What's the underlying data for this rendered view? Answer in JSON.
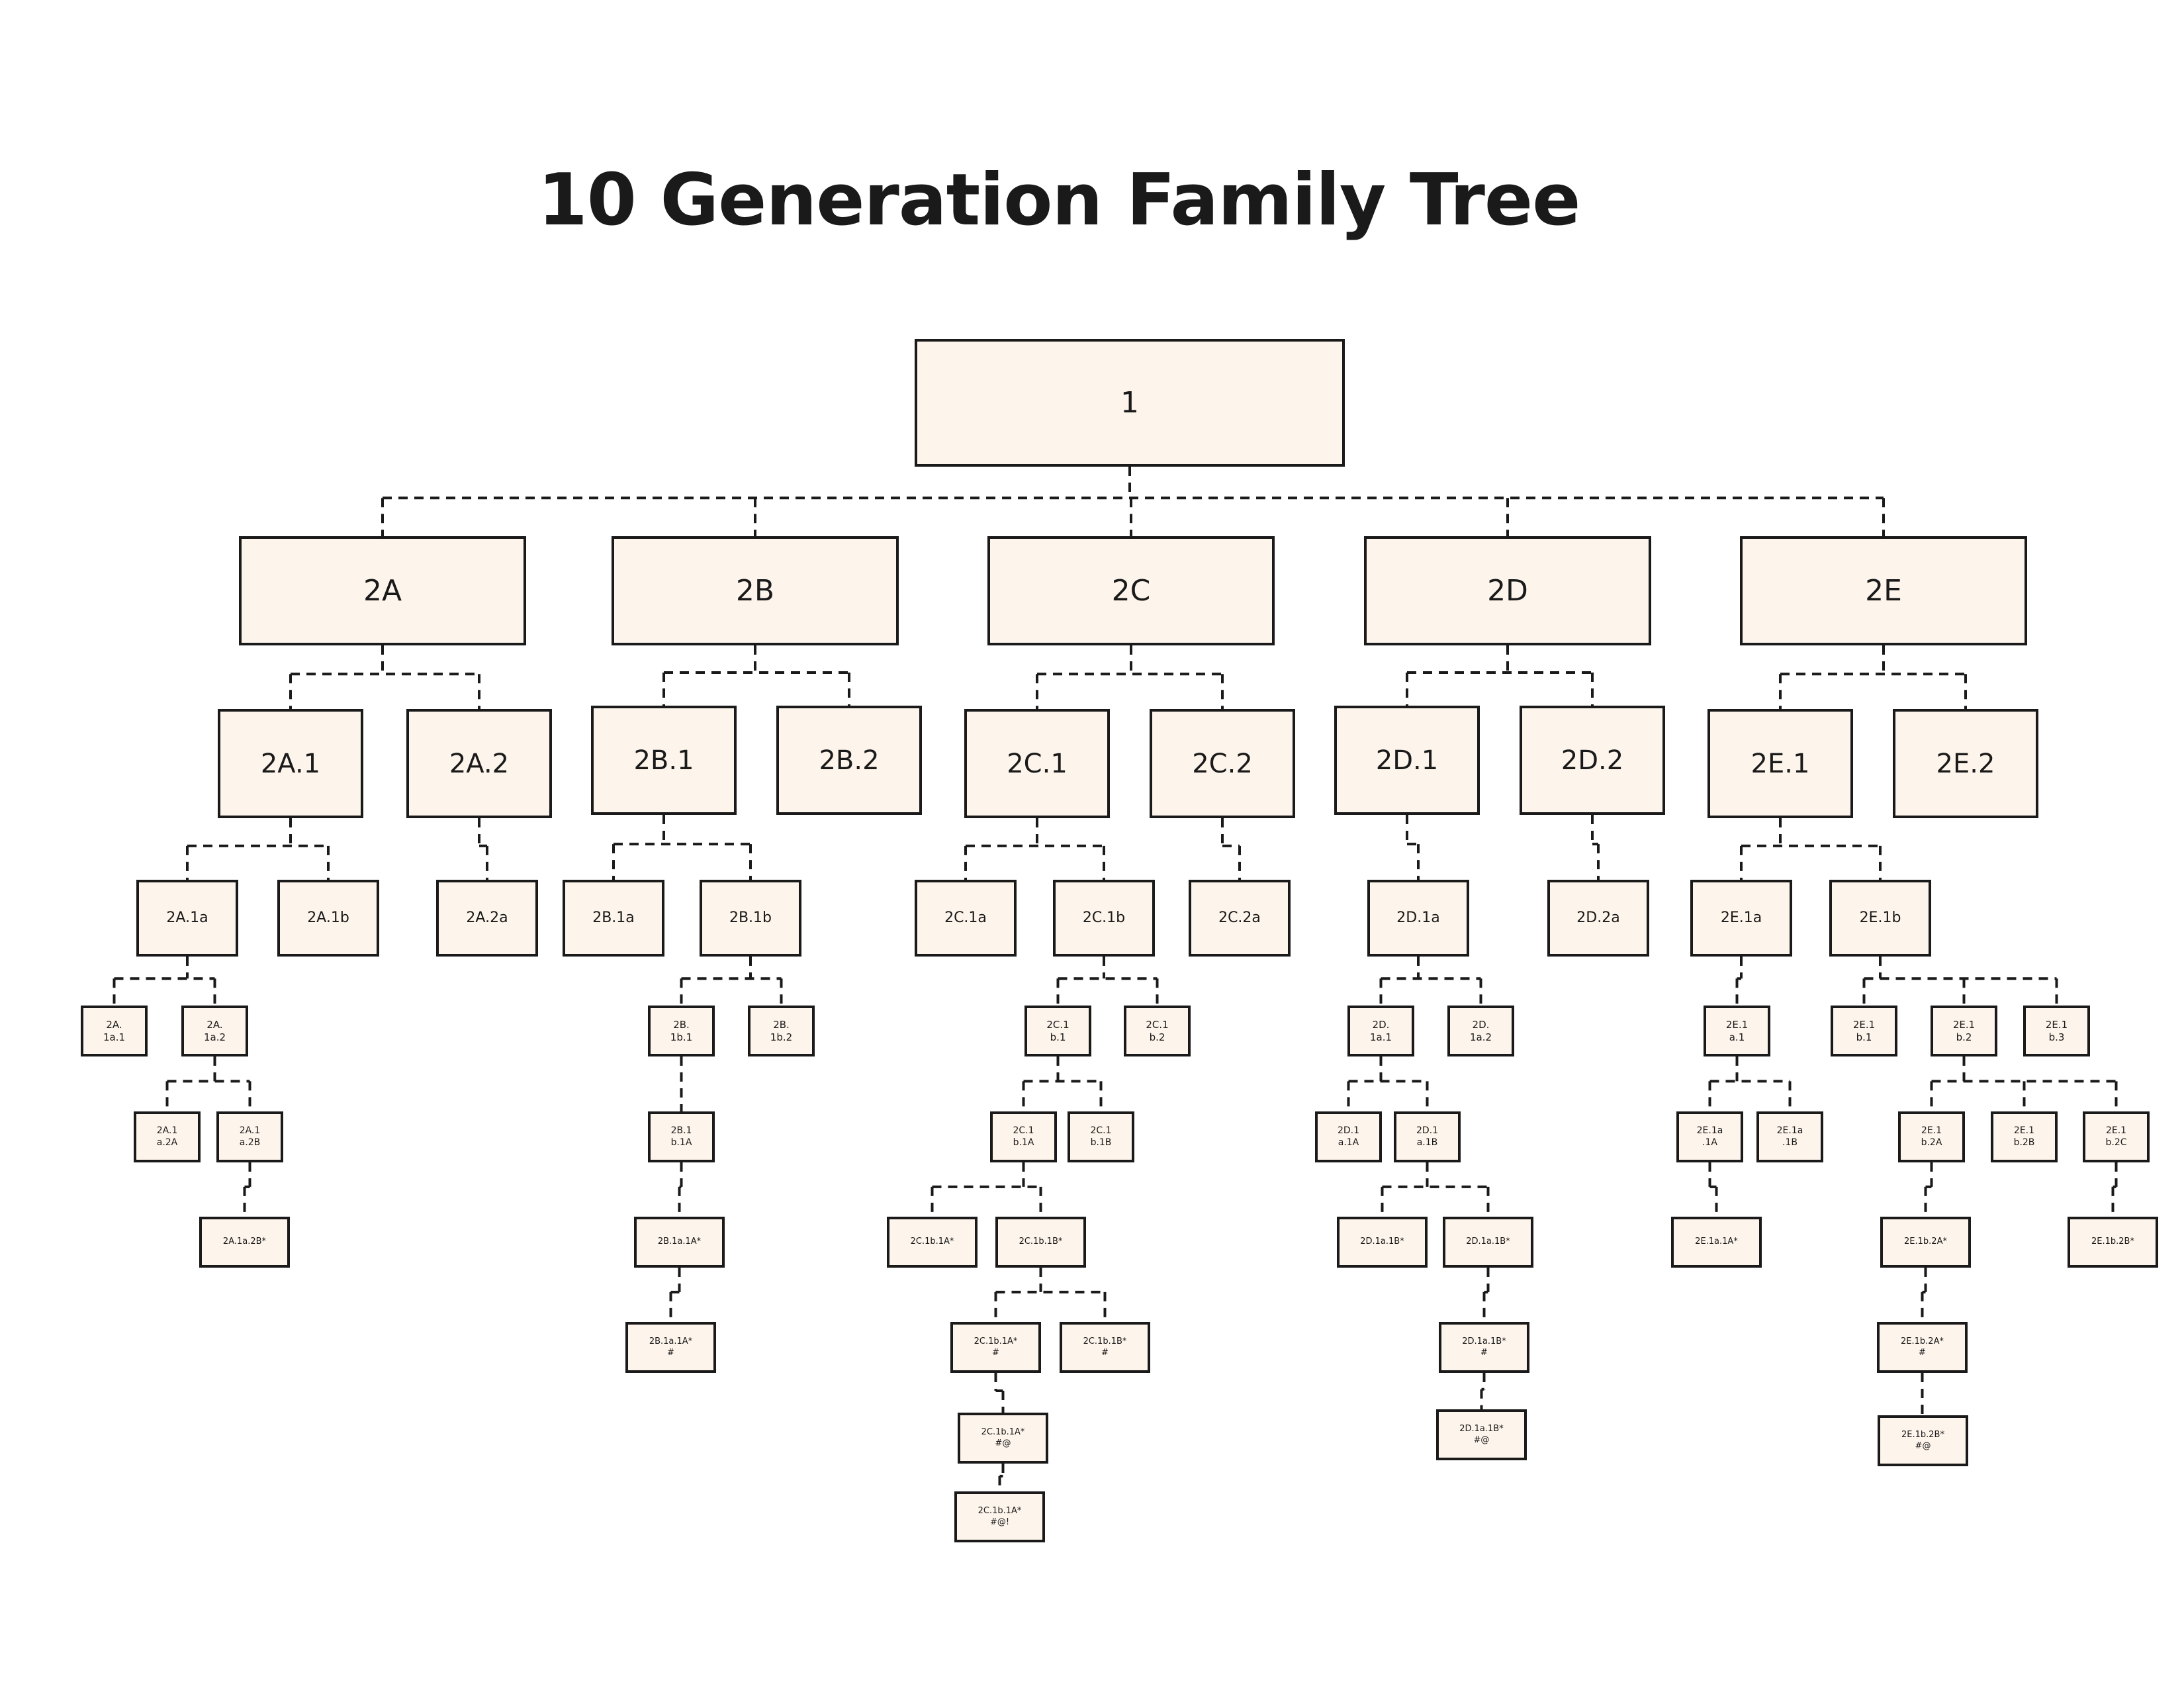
{
  "title": "10 Generation Family Tree",
  "nodes": [
    {
      "id": "1",
      "label": "1"
    },
    {
      "id": "2A",
      "label": "2A"
    },
    {
      "id": "2B",
      "label": "2B"
    },
    {
      "id": "2C",
      "label": "2C"
    },
    {
      "id": "2D",
      "label": "2D"
    },
    {
      "id": "2E",
      "label": "2E"
    },
    {
      "id": "2A.1",
      "label": "2A.1"
    },
    {
      "id": "2A.2",
      "label": "2A.2"
    },
    {
      "id": "2B.1",
      "label": "2B.1"
    },
    {
      "id": "2B.2",
      "label": "2B.2"
    },
    {
      "id": "2C.1",
      "label": "2C.1"
    },
    {
      "id": "2C.2",
      "label": "2C.2"
    },
    {
      "id": "2D.1",
      "label": "2D.1"
    },
    {
      "id": "2D.2",
      "label": "2D.2"
    },
    {
      "id": "2E.1",
      "label": "2E.1"
    },
    {
      "id": "2E.2",
      "label": "2E.2"
    },
    {
      "id": "2A.1a",
      "label": "2A.1a"
    },
    {
      "id": "2A.1b",
      "label": "2A.1b"
    },
    {
      "id": "2A.2a",
      "label": "2A.2a"
    },
    {
      "id": "2B.1a",
      "label": "2B.1a"
    },
    {
      "id": "2B.1b",
      "label": "2B.1b"
    },
    {
      "id": "2C.1a",
      "label": "2C.1a"
    },
    {
      "id": "2C.1b",
      "label": "2C.1b"
    },
    {
      "id": "2C.2a",
      "label": "2C.2a"
    },
    {
      "id": "2D.1a",
      "label": "2D.1a"
    },
    {
      "id": "2D.2a",
      "label": "2D.2a"
    },
    {
      "id": "2E.1a",
      "label": "2E.1a"
    },
    {
      "id": "2E.1b",
      "label": "2E.1b"
    },
    {
      "id": "2A.1a.1",
      "label": "2A.\n1a.1"
    },
    {
      "id": "2A.1a.2",
      "label": "2A.\n1a.2"
    },
    {
      "id": "2B.1b.1",
      "label": "2B.\n1b.1"
    },
    {
      "id": "2B.1b.2",
      "label": "2B.\n1b.2"
    },
    {
      "id": "2C.1b.1",
      "label": "2C.1\nb.1"
    },
    {
      "id": "2C.1b.2",
      "label": "2C.1\nb.2"
    },
    {
      "id": "2D.1a.1",
      "label": "2D.\n1a.1"
    },
    {
      "id": "2D.1a.2",
      "label": "2D.\n1a.2"
    },
    {
      "id": "2E.1a.1",
      "label": "2E.1\na.1"
    },
    {
      "id": "2E.1b.1",
      "label": "2E.1\nb.1"
    },
    {
      "id": "2E.1b.2",
      "label": "2E.1\nb.2"
    },
    {
      "id": "2E.1b.3",
      "label": "2E.1\nb.3"
    },
    {
      "id": "2A.1a.2A",
      "label": "2A.1\na.2A"
    },
    {
      "id": "2A.1a.2B",
      "label": "2A.1\na.2B"
    },
    {
      "id": "2B.1b.1A",
      "label": "2B.1\nb.1A"
    },
    {
      "id": "2C.1b.1A",
      "label": "2C.1\nb.1A"
    },
    {
      "id": "2C.1b.1B",
      "label": "2C.1\nb.1B"
    },
    {
      "id": "2D.1a.1A",
      "label": "2D.1\na.1A"
    },
    {
      "id": "2D.1a.1B",
      "label": "2D.1\na.1B"
    },
    {
      "id": "2E.1a.1A",
      "label": "2E.1a\n.1A"
    },
    {
      "id": "2E.1a.1B",
      "label": "2E.1a\n.1B"
    },
    {
      "id": "2E.1b.2A",
      "label": "2E.1\nb.2A"
    },
    {
      "id": "2E.1b.2B",
      "label": "2E.1\nb.2B"
    },
    {
      "id": "2E.1b.2C",
      "label": "2E.1\nb.2C"
    },
    {
      "id": "2A.1a.2B*",
      "label": "2A.1a.2B*"
    },
    {
      "id": "2B.1a.1A*",
      "label": "2B.1a.1A*"
    },
    {
      "id": "2C.1b.1A*",
      "label": "2C.1b.1A*"
    },
    {
      "id": "2C.1b.1B*",
      "label": "2C.1b.1B*"
    },
    {
      "id": "2D.1a.1B*-a",
      "label": "2D.1a.1B*"
    },
    {
      "id": "2D.1a.1B*-b",
      "label": "2D.1a.1B*"
    },
    {
      "id": "2E.1a.1A*",
      "label": "2E.1a.1A*"
    },
    {
      "id": "2E.1b.2A*",
      "label": "2E.1b.2A*"
    },
    {
      "id": "2E.1b.2B*",
      "label": "2E.1b.2B*"
    },
    {
      "id": "2B.1a.1A*#",
      "label": "2B.1a.1A*\n#"
    },
    {
      "id": "2C.1b.1A*#",
      "label": "2C.1b.1A*\n#"
    },
    {
      "id": "2C.1b.1B*#",
      "label": "2C.1b.1B*\n#"
    },
    {
      "id": "2D.1a.1B*#",
      "label": "2D.1a.1B*\n#"
    },
    {
      "id": "2E.1b.2A*#",
      "label": "2E.1b.2A*\n#"
    },
    {
      "id": "2C.1b.1A*#@",
      "label": "2C.1b.1A*\n#@"
    },
    {
      "id": "2D.1a.1B*#@",
      "label": "2D.1a.1B*\n#@"
    },
    {
      "id": "2E.1b.2B*#@",
      "label": "2E.1b.2B*\n#@"
    },
    {
      "id": "2C.1b.1A*#@!",
      "label": "2C.1b.1A*\n#@!"
    }
  ]
}
